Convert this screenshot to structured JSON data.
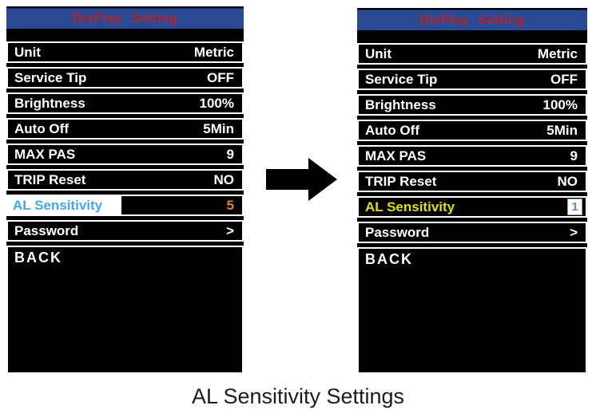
{
  "caption": "AL Sensitivity Settings",
  "arrow_icon": "right-arrow",
  "colors": {
    "header_bg": "#2a4a94",
    "title_red": "#b2232a",
    "screen_bg": "#000000",
    "row_border": "#ffffff",
    "text_white": "#ffffff",
    "selected_label_cyan": "#3fa9f5",
    "selected_label_bg": "#ffffff",
    "selected_value_orange": "#d68a1c",
    "editing_label_yellow": "#e5df00",
    "editing_value_blue": "#4a8fd8",
    "editing_value_box_bg": "#ffffff",
    "arrow_black": "#000000"
  },
  "screen_before": {
    "title": "DisPlay Setting",
    "rows": [
      {
        "label": "Unit",
        "value": "Metric"
      },
      {
        "label": "Service Tip",
        "value": "OFF"
      },
      {
        "label": "Brightness",
        "value": "100%"
      },
      {
        "label": "Auto Off",
        "value": "5Min"
      },
      {
        "label": "MAX PAS",
        "value": "9"
      },
      {
        "label": "TRIP Reset",
        "value": "NO"
      },
      {
        "label": "AL Sensitivity",
        "value": "5",
        "state": "selected"
      },
      {
        "label": "Password",
        "value": ">"
      },
      {
        "label": "BACK",
        "value": ""
      }
    ]
  },
  "screen_after": {
    "title": "DisPlay Setting",
    "rows": [
      {
        "label": "Unit",
        "value": "Metric"
      },
      {
        "label": "Service Tip",
        "value": "OFF"
      },
      {
        "label": "Brightness",
        "value": "100%"
      },
      {
        "label": "Auto Off",
        "value": "5Min"
      },
      {
        "label": "MAX PAS",
        "value": "9"
      },
      {
        "label": "TRIP Reset",
        "value": "NO"
      },
      {
        "label": "AL Sensitivity",
        "value": "1",
        "state": "editing"
      },
      {
        "label": "Password",
        "value": ">"
      },
      {
        "label": "BACK",
        "value": ""
      }
    ]
  }
}
